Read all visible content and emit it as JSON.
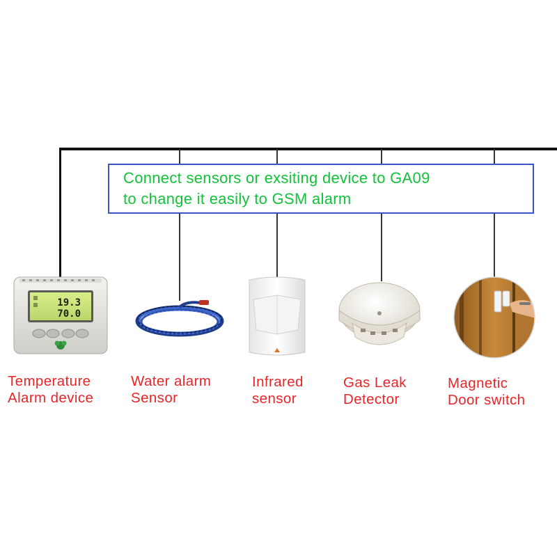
{
  "callout": {
    "line1": "Connect sensors or exsiting device to GA09",
    "line2": "to change it easily to GSM alarm"
  },
  "thermostat_screen": {
    "line1": "19.3",
    "line2": "70.0"
  },
  "devices": [
    {
      "line1": "Temperature",
      "line2": "Alarm device"
    },
    {
      "line1": "Water alarm",
      "line2": "Sensor"
    },
    {
      "line1": "Infrared",
      "line2": "sensor"
    },
    {
      "line1": "Gas Leak",
      "line2": "Detector"
    },
    {
      "line1": "Magnetic",
      "line2": "Door switch"
    }
  ],
  "colors": {
    "callout_text": "#12c23a",
    "callout_border": "#3a55c8",
    "label_text": "#e8262a",
    "bus_line": "#111111"
  }
}
